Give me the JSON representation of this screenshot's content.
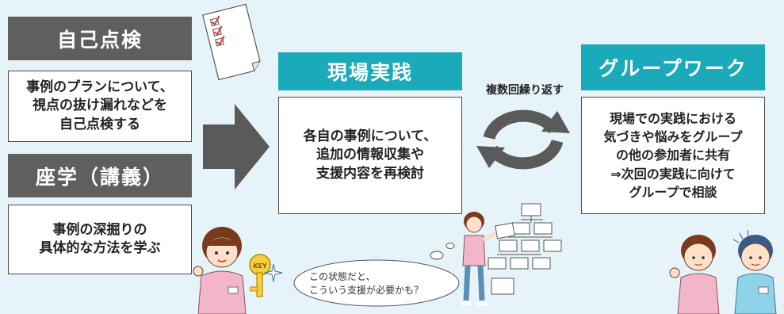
{
  "self_check": {
    "title": "自己点検",
    "body": "事例のプランについて、\n視点の抜け漏れなどを\n自己点検する"
  },
  "lecture": {
    "title": "座学（講義）",
    "body": "事例の深掘りの\n具体的な方法を学ぶ"
  },
  "practice": {
    "title": "現場実践",
    "body": "各自の事例について、\n追加の情報収集や\n支援内容を再検討"
  },
  "cycle_label": "複数回繰り返す",
  "group_work": {
    "title": "グループワーク",
    "body": "現場での実践における\n気づきや悩みをグループ\nの他の参加者に共有\n⇒次回の実践に向けて\nグループで相談"
  },
  "speech_bubble": "この状態だと、\nこういう支援が必要かも？",
  "key_tag": "KEY",
  "colors": {
    "background": "#e6f3f8",
    "gray_header": "#5f5f5f",
    "teal_header": "#1aaab9",
    "arrow_gray": "#5a5a5a"
  },
  "icons": [
    "checklist-document-icon",
    "right-arrow-icon",
    "cycle-arrows-icon",
    "key-icon",
    "sparkle-icon",
    "org-chart-icon",
    "nurse-illustration"
  ]
}
